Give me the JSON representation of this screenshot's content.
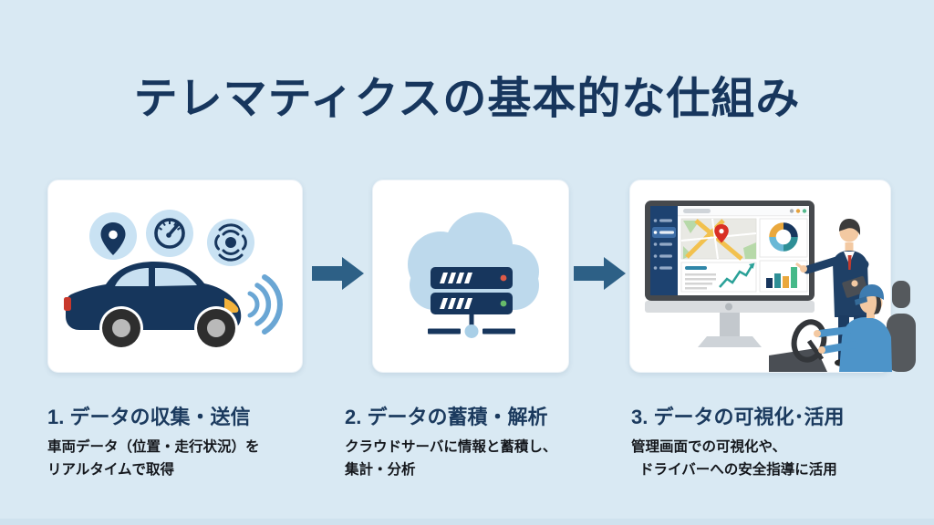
{
  "slide": {
    "title": "テレマティクスの基本的な仕組み"
  },
  "colors": {
    "background": "#d9e9f3",
    "title": "#17365d",
    "card": "#ffffff",
    "arrow": "#2d6086",
    "accent_navy": "#17365d",
    "accent_lightblue": "#c9e2f3",
    "cloud": "#bdd9ec",
    "signal_blue": "#6aa6d4"
  },
  "steps": [
    {
      "heading": "1. データの収集・送信",
      "description_line1": "車両データ（位置・走行状況）を",
      "description_line2": "リアルタイムで取得",
      "illustration": "car-with-telematics-sensors",
      "icons": [
        "location-pin-icon",
        "speedometer-icon",
        "signal-sensor-icon",
        "car-icon",
        "radio-waves-icon"
      ]
    },
    {
      "heading": "2. データの蓄積・解析",
      "description_line1": "クラウドサーバに情報と蓄積し、",
      "description_line2": "集計・分析",
      "illustration": "cloud-server",
      "icons": [
        "cloud-icon",
        "server-rack-icon",
        "network-node-icon"
      ]
    },
    {
      "heading": "3. データの可視化･活用",
      "description_line1": "管理画面での可視化や、",
      "description_line2": "ドライバーへの安全指導に活用",
      "illustration": "dashboard-monitor-with-manager-and-driver",
      "icons": [
        "monitor-icon",
        "map-icon",
        "map-pin-icon",
        "donut-chart-icon",
        "bar-chart-icon",
        "line-chart-icon",
        "manager-person-icon",
        "driver-person-icon",
        "driver-seat-icon",
        "steering-wheel-icon"
      ]
    }
  ]
}
